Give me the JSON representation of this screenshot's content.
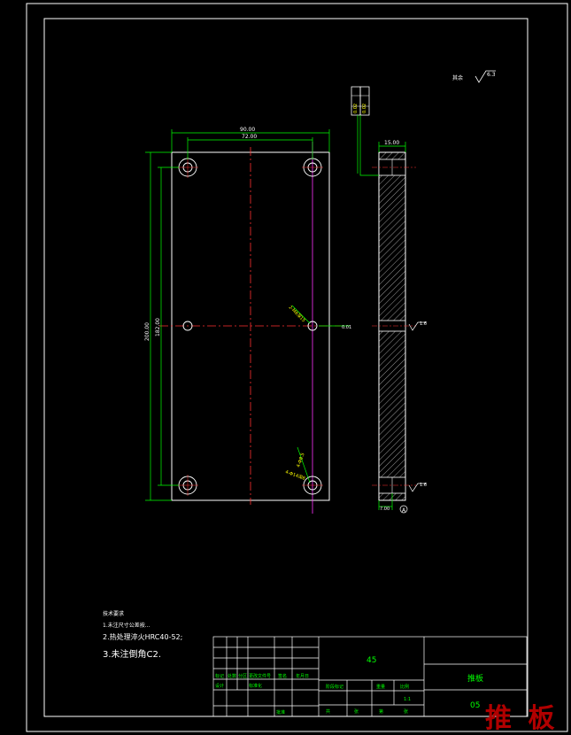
{
  "drawing": {
    "roughness": {
      "label": "其余",
      "value": "6.3"
    },
    "tolerance_frame": {
      "symbol": "//",
      "value": "0.02",
      "datum": "A"
    },
    "dims_front": {
      "total_width": "90.00",
      "hole_spacing_x": "72.00",
      "total_height": "200.00",
      "hole_spacing_y": "182.00"
    },
    "dims_side": {
      "thickness": "15.00",
      "counterbore_depth": "7.00",
      "surface_mark": "1.6",
      "centerline_value": "0.01"
    },
    "hole_callouts": [
      "2-M6深15",
      "4-Φ8.5",
      "4-Φ14深8"
    ],
    "datum_letter": "A",
    "tech_requirements": {
      "title": "技术要求",
      "items": [
        "1.未注尺寸公差按...",
        "2.热处理淬火HRC40-52;",
        "3.未注倒角C2."
      ]
    },
    "title_block": {
      "material": "45",
      "part_name": "推板",
      "drawing_no": "05",
      "scale": "1:1",
      "row_labels": [
        "标记",
        "处数",
        "分区",
        "更改文件号",
        "签名",
        "年月日"
      ],
      "design_row": [
        "设计",
        "标准化"
      ],
      "stage_labels": [
        "阶段标记",
        "重量",
        "比例"
      ],
      "sheet_labels": [
        "共",
        "张",
        "第",
        "张"
      ],
      "approve": "批准"
    },
    "watermark": "推 板"
  }
}
